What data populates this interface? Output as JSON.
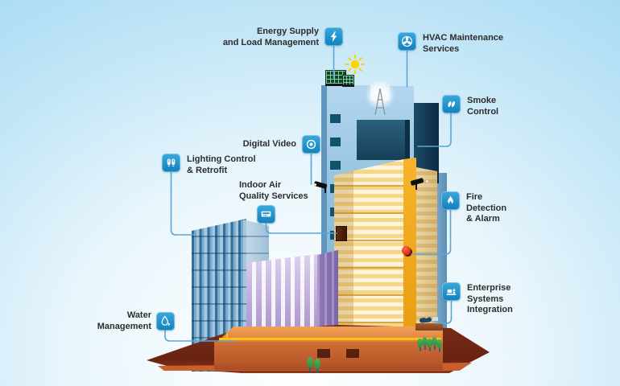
{
  "callouts": [
    {
      "id": "energy",
      "icon": "lightning-icon",
      "lines": [
        "Energy Supply",
        "and Load Management"
      ]
    },
    {
      "id": "hvac",
      "icon": "fan-icon",
      "lines": [
        "HVAC Maintenance",
        "Services"
      ]
    },
    {
      "id": "smoke",
      "icon": "smoke-icon",
      "lines": [
        "Smoke",
        "Control"
      ]
    },
    {
      "id": "digital-video",
      "icon": "video-record-icon",
      "lines": [
        "Digital Video"
      ]
    },
    {
      "id": "lighting",
      "icon": "lightbulbs-icon",
      "lines": [
        "Lighting Control",
        "& Retrofit"
      ]
    },
    {
      "id": "indoor-air",
      "icon": "air-conditioner-icon",
      "lines": [
        "Indoor Air",
        "Quality Services"
      ]
    },
    {
      "id": "fire",
      "icon": "flame-icon",
      "lines": [
        "Fire",
        "Detection",
        "& Alarm"
      ]
    },
    {
      "id": "water",
      "icon": "water-drop-icon",
      "lines": [
        "Water",
        "Management"
      ]
    },
    {
      "id": "enterprise",
      "icon": "workstation-icon",
      "lines": [
        "Enterprise",
        "Systems",
        "Integration"
      ]
    }
  ],
  "colors": {
    "badge_blue_top": "#3aa9dc",
    "badge_blue_bottom": "#1180be",
    "connector_blue": "#58a7d8",
    "label_text": "#2d2d2d",
    "sky_blue": "#a1d7f2",
    "building_blue": "#8fc0de",
    "building_gold": "#f5d78c",
    "building_purple": "#b7a3d6",
    "building_orange": "#cf6e35",
    "ground_brown": "#6a2312",
    "sun_yellow": "#ffd400",
    "pipe_yellow": "#ffc20e"
  }
}
